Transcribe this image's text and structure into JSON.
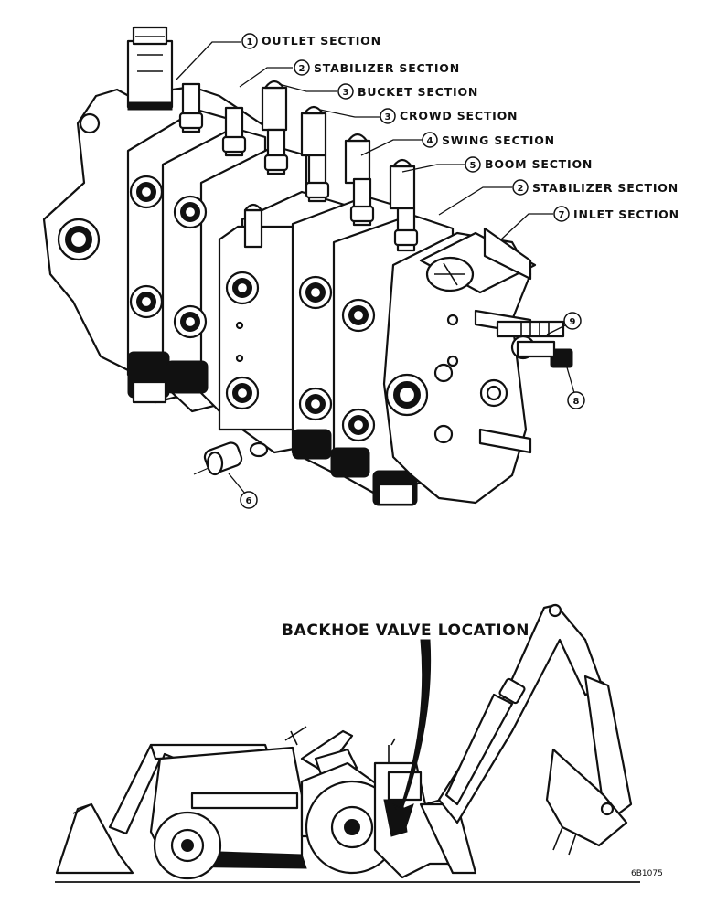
{
  "valve_labels": [
    {
      "num": "1",
      "text": "OUTLET SECTION"
    },
    {
      "num": "2",
      "text": "STABILIZER SECTION"
    },
    {
      "num": "3",
      "text": "BUCKET SECTION"
    },
    {
      "num": "3",
      "text": "CROWD SECTION"
    },
    {
      "num": "4",
      "text": "SWING SECTION"
    },
    {
      "num": "5",
      "text": "BOOM SECTION"
    },
    {
      "num": "2",
      "text": "STABILIZER SECTION"
    },
    {
      "num": "7",
      "text": "INLET SECTION"
    }
  ],
  "part_callouts": {
    "a": "9",
    "b": "8",
    "c": "6"
  },
  "location_label": "BACKHOE VALVE LOCATION",
  "figure_code": "6B1075"
}
